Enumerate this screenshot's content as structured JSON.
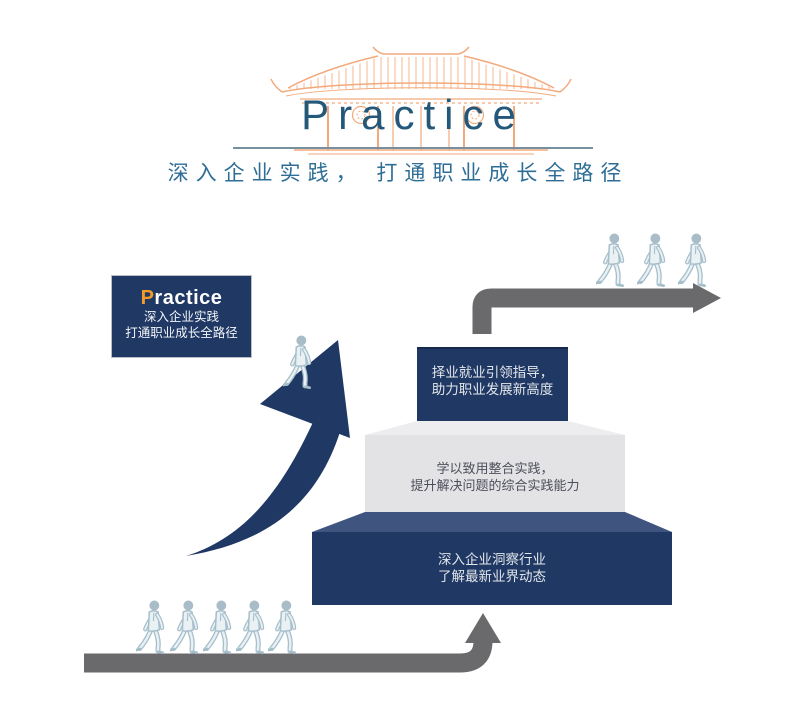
{
  "page": {
    "background": "#FFFFFF"
  },
  "header": {
    "title": "Practice",
    "subtitle": "深入企业实践， 打通职业成长全路径",
    "title_color": "#24587A",
    "subtitle_color": "#2E6E96",
    "pavilion_color": "#F2AA7D",
    "divider_color": "#76909F"
  },
  "intro_card": {
    "title_initial": "P",
    "title_rest": "ractice",
    "line1": "深入企业实践",
    "line2": "打通职业成长全路径",
    "bg_color": "#1F3864",
    "initial_color": "#F59A28"
  },
  "steps": [
    {
      "tier": 3,
      "line1": "择业就业引领指导，",
      "line2": "助力职业发展新高度",
      "face_color": "#1F3864",
      "text_color": "#E3E6EA"
    },
    {
      "tier": 2,
      "line1": "学以致用整合实践，",
      "line2": "提升解决问题的综合实践能力",
      "face_color": "#E3E3E5",
      "lid_color": "#EDEDEF",
      "text_color": "#4C4F5A"
    },
    {
      "tier": 1,
      "line1": "深入企业洞察行业",
      "line2": "了解最新业界动态",
      "face_color": "#1F3864",
      "bevel_color": "#3F5580",
      "text_color": "#E3E6EA"
    }
  ],
  "decor": {
    "growth_arrow_color": "#1F3864",
    "path_arrow_color": "#6A6A6C",
    "walker_count_bottom": 5,
    "walker_count_top_right": 3,
    "walker_count_on_arrow": 1
  }
}
